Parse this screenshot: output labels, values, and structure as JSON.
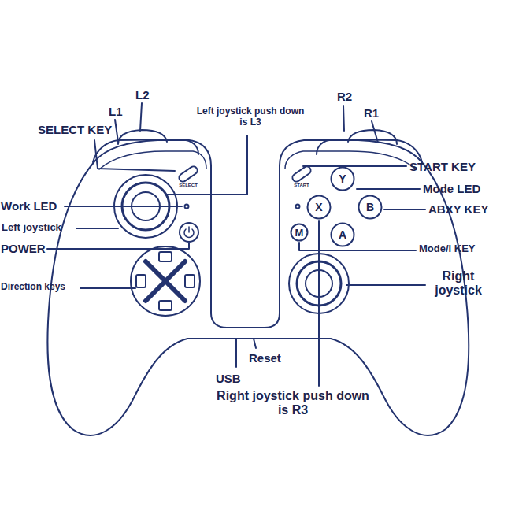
{
  "diagram": {
    "nodes": [
      {
        "text": [
          "Y"
        ]
      },
      {
        "text": [
          "X"
        ]
      },
      {
        "text": [
          "B"
        ]
      },
      {
        "text": [
          "A"
        ]
      },
      {
        "text": [
          "M"
        ]
      }
    ],
    "labels": [
      "L2",
      "L1",
      "SELECT KEY",
      "Left joystick push down is L3",
      "Work LED",
      "Left joystick",
      "POWER",
      "Direction keys",
      "SELECT",
      "START",
      "R2",
      "R1",
      "START KEY",
      "Mode LED",
      "ABXY KEY",
      "Mode/i KEY",
      "Right joystick",
      "Reset",
      "USB",
      "Right joystick push down is R3"
    ]
  }
}
